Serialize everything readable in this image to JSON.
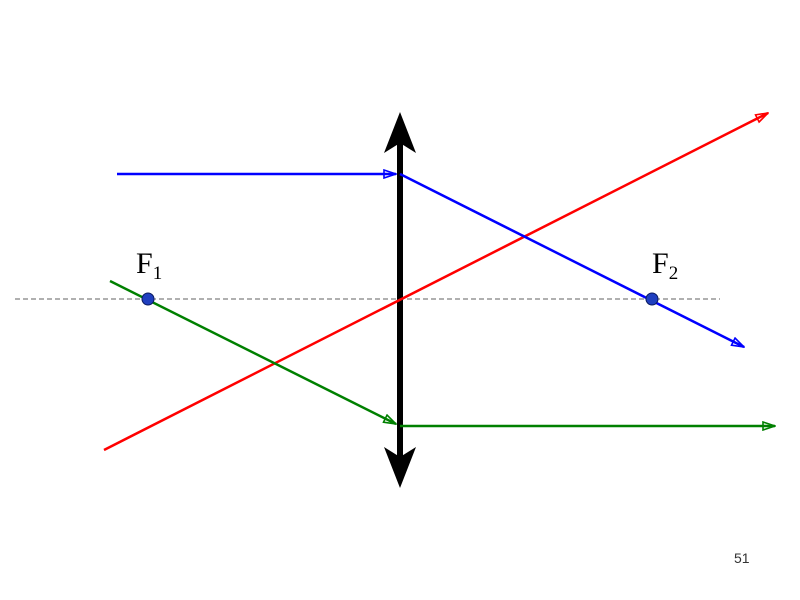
{
  "colors": {
    "ray_parallel": "#0000ff",
    "ray_center": "#ff0000",
    "ray_focal": "#008000",
    "lens": "#000000",
    "axis": "#808080",
    "focal_point_fill": "#1f3fbf"
  },
  "labels": {
    "f1_letter": "F",
    "f1_sub": "1",
    "f2_letter": "F",
    "f2_sub": "2"
  },
  "page_number": "51",
  "icons": {
    "lens": "double-arrow-converging-lens",
    "arrowhead": "open-triangle-arrowhead"
  }
}
